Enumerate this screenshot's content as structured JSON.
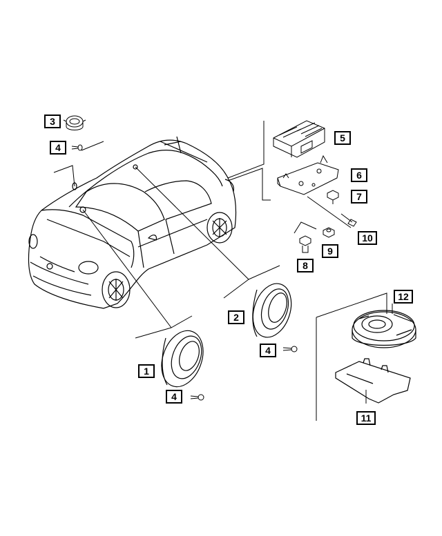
{
  "callouts": [
    {
      "id": "c1",
      "label": "1"
    },
    {
      "id": "c2",
      "label": "2"
    },
    {
      "id": "c3",
      "label": "3"
    },
    {
      "id": "c4a",
      "label": "4"
    },
    {
      "id": "c4b",
      "label": "4"
    },
    {
      "id": "c4c",
      "label": "4"
    },
    {
      "id": "c5",
      "label": "5"
    },
    {
      "id": "c6",
      "label": "6"
    },
    {
      "id": "c7",
      "label": "7"
    },
    {
      "id": "c8",
      "label": "8"
    },
    {
      "id": "c9",
      "label": "9"
    },
    {
      "id": "c10",
      "label": "10"
    },
    {
      "id": "c11",
      "label": "11"
    },
    {
      "id": "c12",
      "label": "12"
    }
  ],
  "colors": {
    "line": "#000000",
    "background": "#ffffff"
  }
}
